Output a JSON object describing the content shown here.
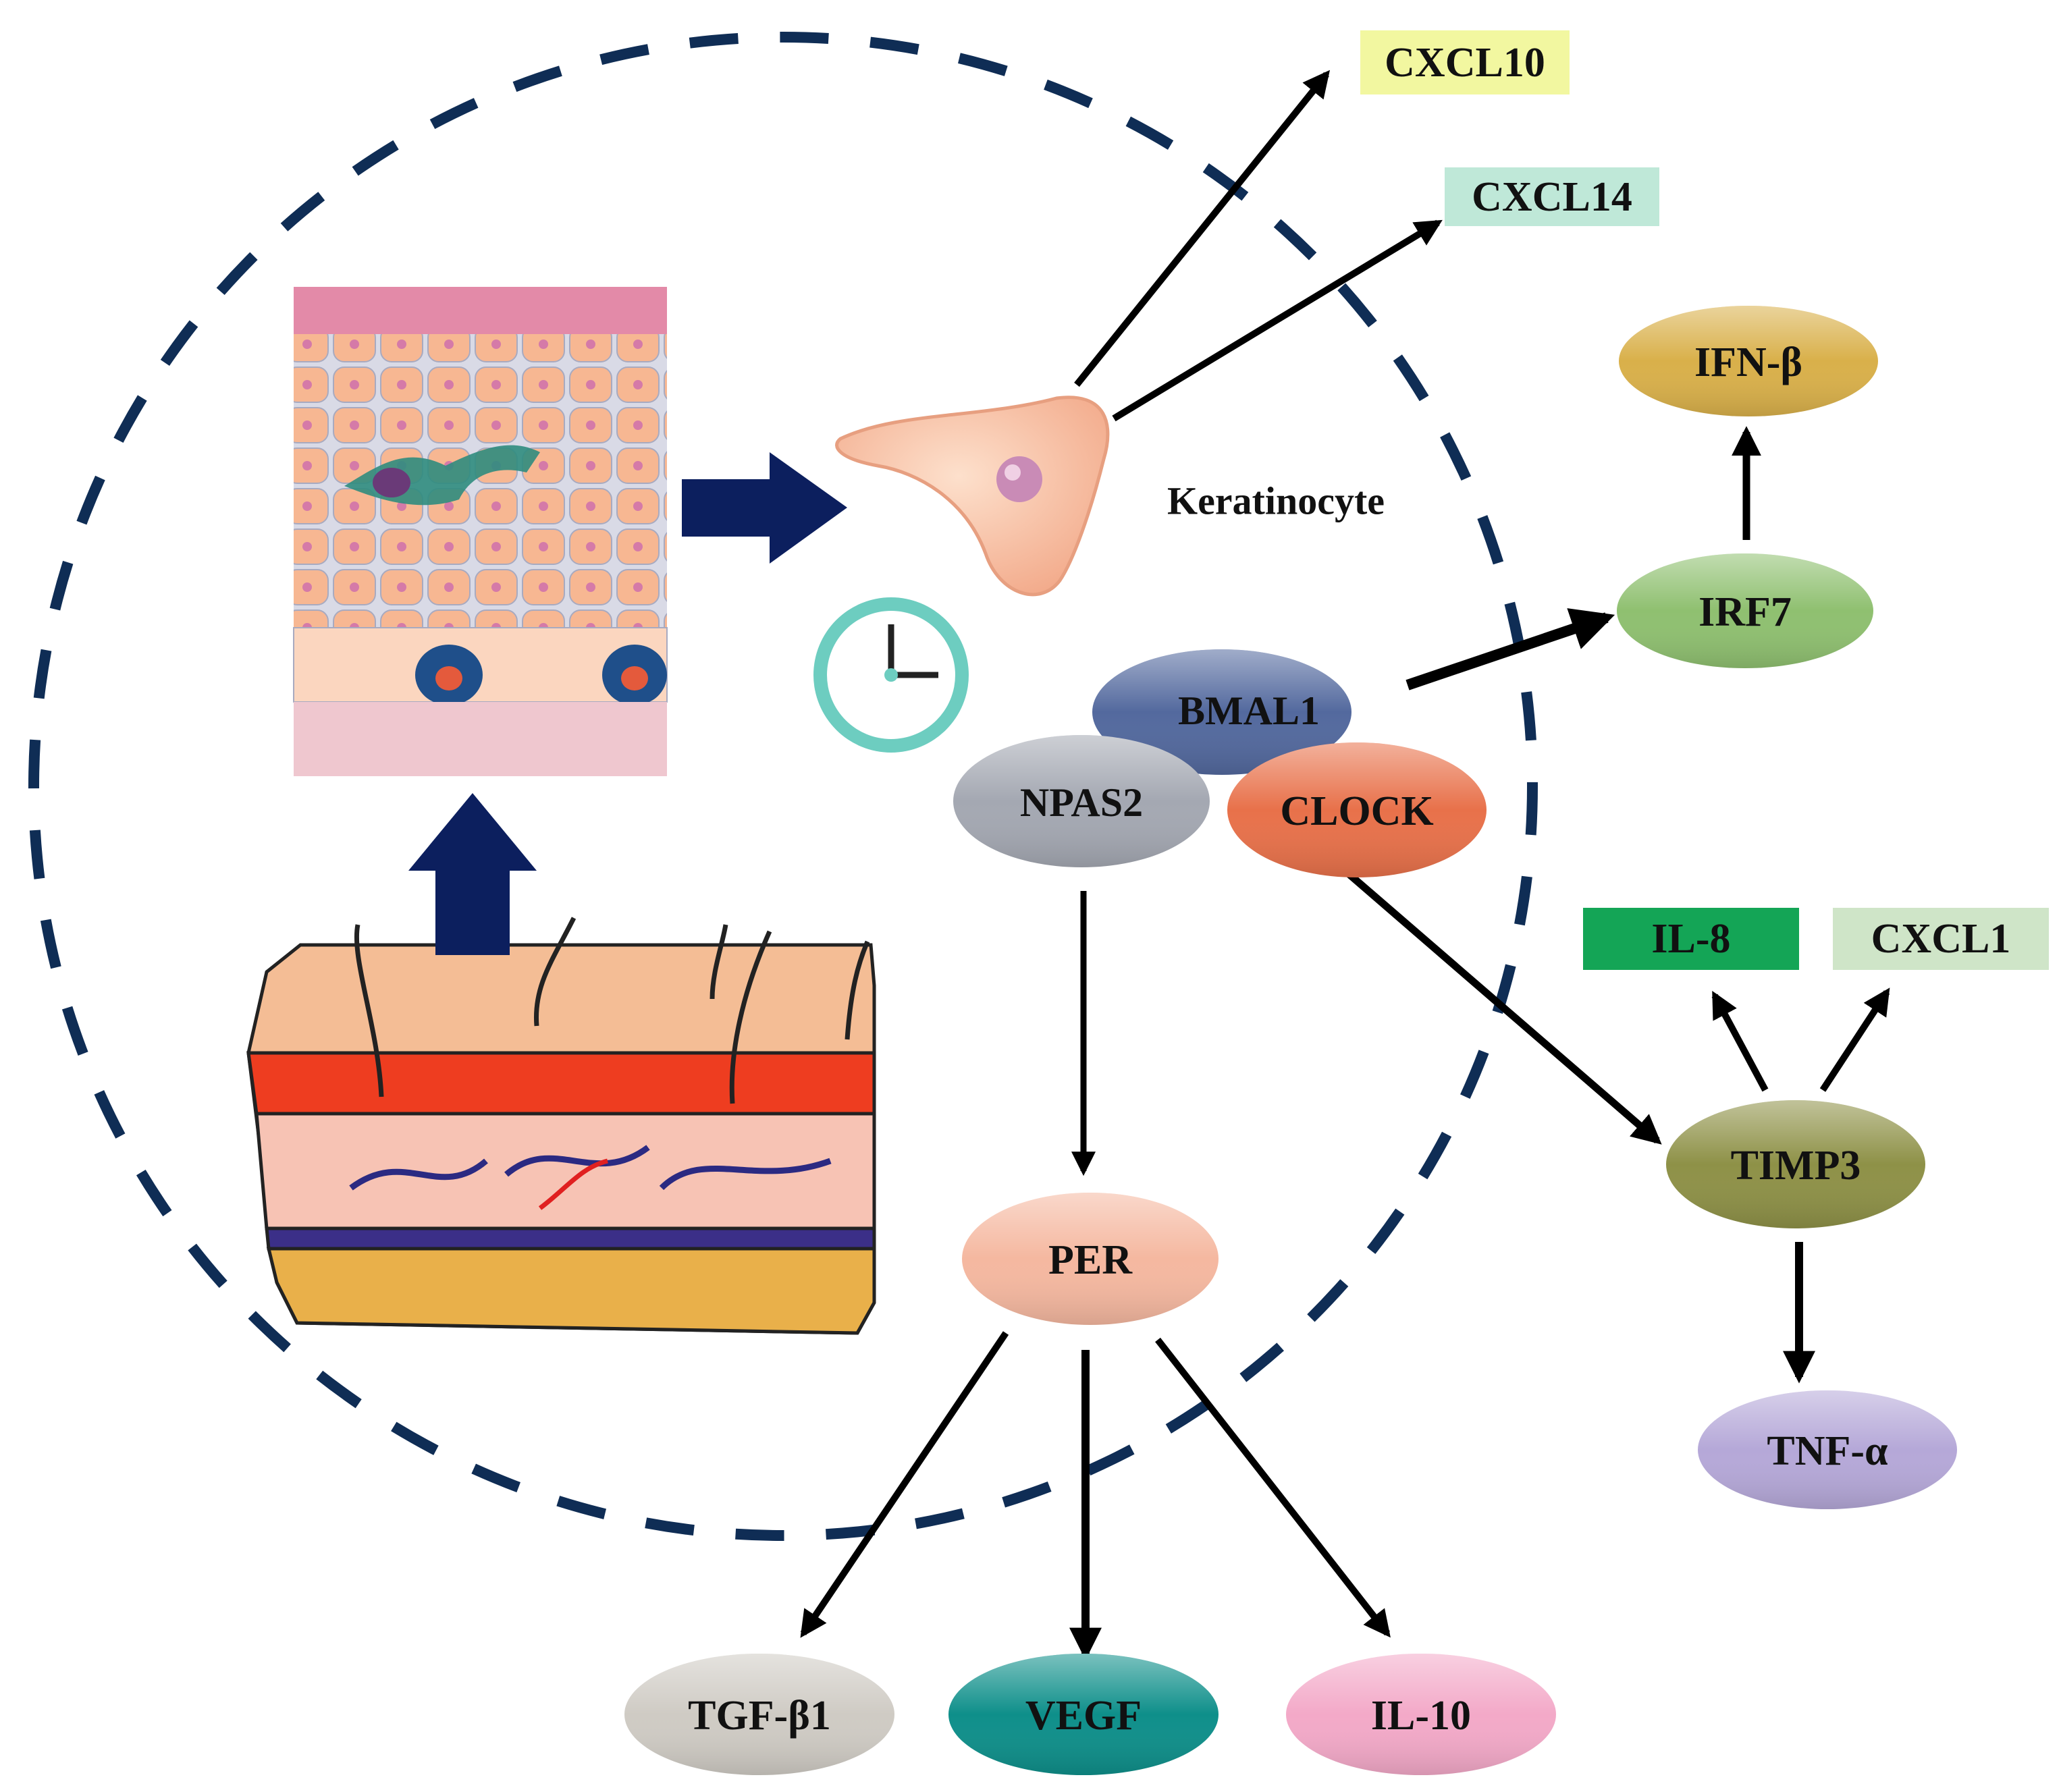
{
  "nodes": {
    "cxcl10": {
      "label": "CXCL10",
      "color": "#f2f7a0"
    },
    "cxcl14": {
      "label": "CXCL14",
      "color": "#bfe8d8"
    },
    "ifnb": {
      "label": "IFN-β",
      "color": "#d9b04a"
    },
    "irf7": {
      "label": "IRF7",
      "color": "#8fc070"
    },
    "keratinocyte": {
      "label": "Keratinocyte"
    },
    "bmal1": {
      "label": "BMAL1",
      "color": "#53699e"
    },
    "npas2": {
      "label": "NPAS2",
      "color": "#a4a8b2"
    },
    "clock": {
      "label": "CLOCK",
      "color": "#e8714a"
    },
    "il8": {
      "label": "IL-8",
      "color": "#14a556"
    },
    "cxcl1": {
      "label": "CXCL1",
      "color": "#cfe5c8"
    },
    "timp3": {
      "label": "TIMP3",
      "color": "#8e9147"
    },
    "tnfa": {
      "label": "TNF-α",
      "color": "#b5a8d8"
    },
    "per": {
      "label": "PER",
      "color": "#f5b8a0"
    },
    "tgfb1": {
      "label": "TGF-β1",
      "color": "#cfcbc4"
    },
    "vegf": {
      "label": "VEGF",
      "color": "#0e8f8a"
    },
    "il10": {
      "label": "IL-10",
      "color": "#f3a9c8"
    }
  },
  "colors": {
    "dashed_circle": "#0f2d55",
    "block_arrow": "#0c1f5e",
    "arrow": "#000000",
    "skin_cell": "#f7c0a0",
    "clock_ring": "#6dcdc0"
  },
  "icons": [
    "epidermis-illustration",
    "skin-block-illustration",
    "keratinocyte-cell-icon",
    "clock-icon"
  ]
}
